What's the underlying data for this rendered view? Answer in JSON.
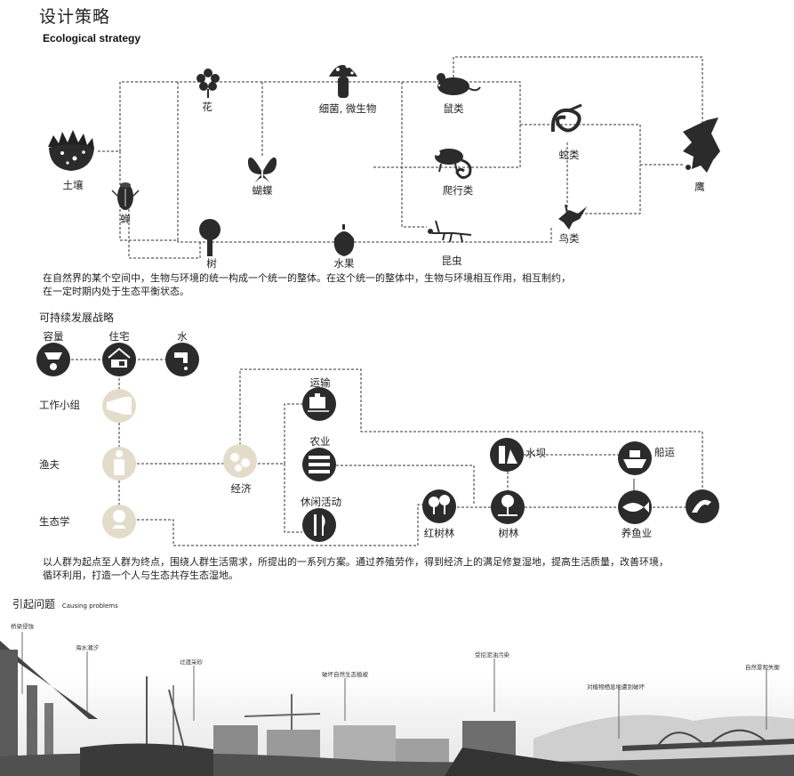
{
  "header": {
    "title": "设计策略",
    "subtitle": "Ecological strategy"
  },
  "food_web": {
    "nodes": [
      {
        "key": "soil",
        "label": "土壤",
        "icon": "soil-icon"
      },
      {
        "key": "flower",
        "label": "花",
        "icon": "flower-icon"
      },
      {
        "key": "fungi",
        "label": "细菌, 微生物",
        "icon": "mushroom-icon"
      },
      {
        "key": "rodent",
        "label": "鼠类",
        "icon": "mouse-icon"
      },
      {
        "key": "snake",
        "label": "蛇类",
        "icon": "snake-icon"
      },
      {
        "key": "eagle",
        "label": "鹰",
        "icon": "eagle-icon"
      },
      {
        "key": "butterfly",
        "label": "蝴蝶",
        "icon": "butterfly-icon"
      },
      {
        "key": "reptile",
        "label": "爬行类",
        "icon": "chameleon-icon"
      },
      {
        "key": "cicada",
        "label": "蝉",
        "icon": "cicada-icon"
      },
      {
        "key": "tree",
        "label": "树",
        "icon": "tree-icon"
      },
      {
        "key": "fruit",
        "label": "水果",
        "icon": "acorn-icon"
      },
      {
        "key": "insect",
        "label": "昆虫",
        "icon": "mantis-icon"
      },
      {
        "key": "bird",
        "label": "鸟类",
        "icon": "hummingbird-icon"
      }
    ],
    "description_line1": "在自然界的某个空间中，生物与环境的统一构成一个统一的整体。在这个统一的整体中，生物与环境相互作用，相互制约，",
    "description_line2": "在一定时期内处于生态平衡状态。"
  },
  "sustainable": {
    "section_title": "可持续发展战略",
    "nodes": [
      {
        "key": "capacity",
        "label": "容量",
        "icon": "capacity-icon"
      },
      {
        "key": "housing",
        "label": "住宅",
        "icon": "housing-icon"
      },
      {
        "key": "water",
        "label": "水",
        "icon": "water-tap-icon"
      },
      {
        "key": "workgroup",
        "label": "工作小组",
        "icon": "workgroup-icon"
      },
      {
        "key": "fisherman",
        "label": "渔夫",
        "icon": "person-icon"
      },
      {
        "key": "ecology",
        "label": "生态学",
        "icon": "ecology-icon"
      },
      {
        "key": "economy",
        "label": "经济",
        "icon": "economy-icon"
      },
      {
        "key": "transport",
        "label": "运输",
        "icon": "luggage-cart-icon"
      },
      {
        "key": "agriculture",
        "label": "农业",
        "icon": "crops-icon"
      },
      {
        "key": "leisure",
        "label": "休闲活动",
        "icon": "fork-knife-icon"
      },
      {
        "key": "mangrove",
        "label": "红树林",
        "icon": "trees-icon"
      },
      {
        "key": "forest",
        "label": "树林",
        "icon": "tree-bench-icon"
      },
      {
        "key": "dam",
        "label": "水坝",
        "icon": "dam-icon"
      },
      {
        "key": "shipping",
        "label": "船运",
        "icon": "ship-icon"
      },
      {
        "key": "fishery",
        "label": "养鱼业",
        "icon": "fish-icon"
      },
      {
        "key": "wetland",
        "label": "",
        "icon": "dolphin-icon"
      }
    ],
    "description_line1": "以人群为起点至人群为终点，围绕人群生活需求，所提出的一系列方案。通过养殖劳作，得到经济上的满足修复湿地，提高生活质量，改善环境，",
    "description_line2": "循环利用，打造一个人与生态共存生态湿地。"
  },
  "problems": {
    "title": "引起问题",
    "title_en": "Causing problems",
    "notes": [
      "桥梁侵蚀",
      "海水潮汐",
      "过渡采砂",
      "破坏自然生态植被",
      "受挖泥油污染",
      "对植物栖息地遭到破坏",
      "自然景观失衡"
    ]
  },
  "colors": {
    "icon_dark": "#2b2b2b",
    "icon_light": "#e4dccb",
    "line": "#333333"
  }
}
